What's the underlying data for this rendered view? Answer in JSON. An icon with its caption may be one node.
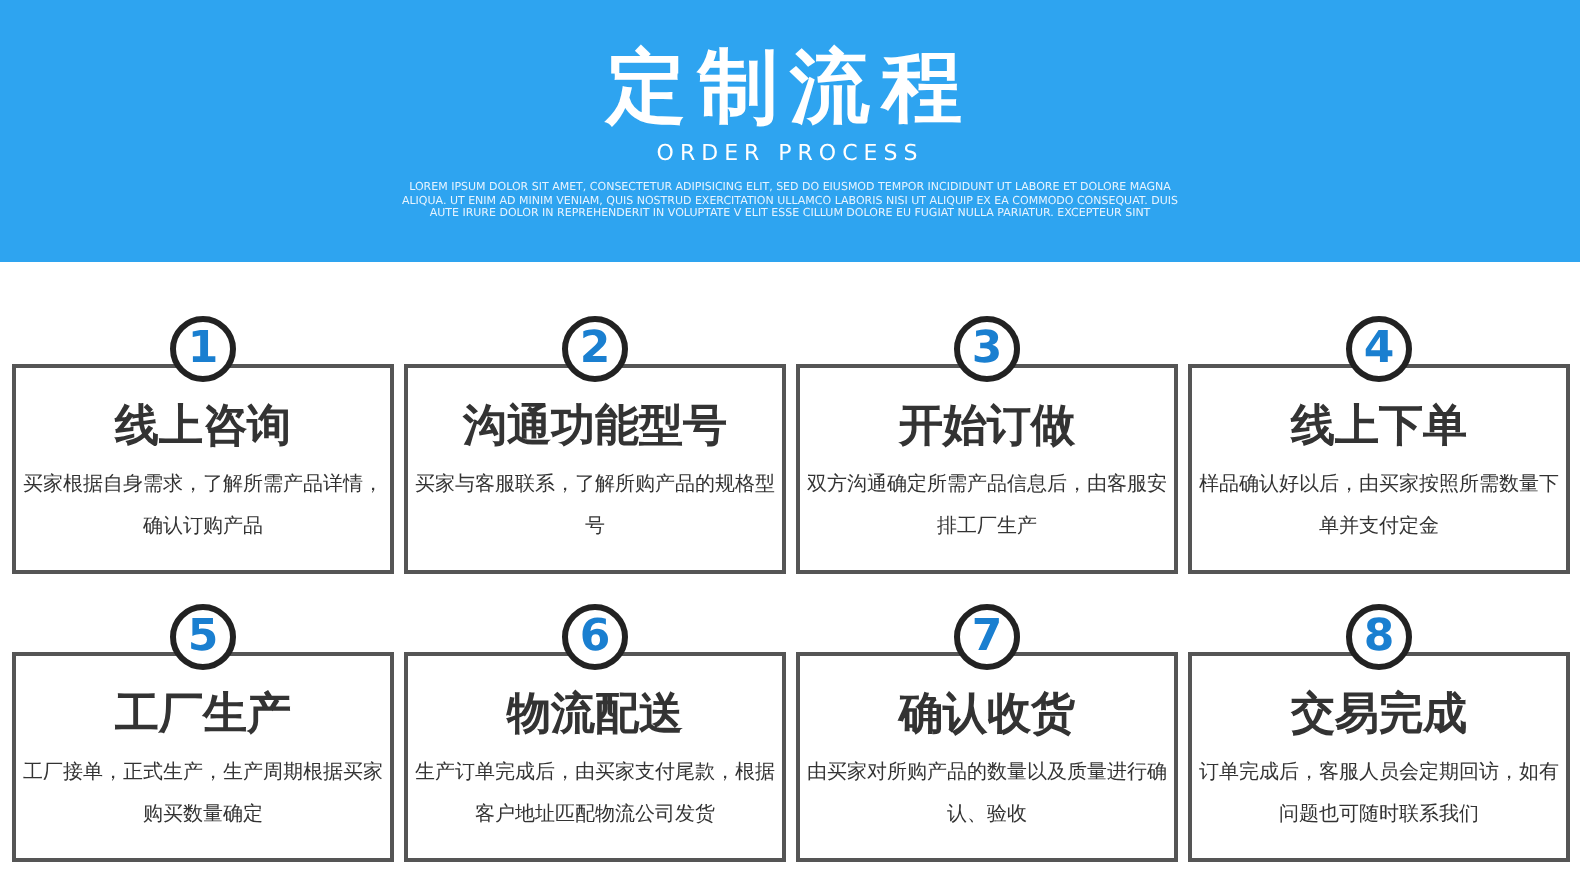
{
  "diagram": {
    "title": "定制流程",
    "nodes": [
      {
        "text": [
          "1"
        ]
      },
      {
        "text": [
          "线上咨询",
          "买家根据自身需求，了解所需产品详情，确认订购产品"
        ]
      },
      {
        "text": [
          "2"
        ]
      },
      {
        "text": [
          "沟通功能型号",
          "买家与客服联系，了解所购产品的规格型号"
        ]
      },
      {
        "text": [
          "3"
        ]
      },
      {
        "text": [
          "开始订做",
          "双方沟通确定所需产品信息后，由客服安排工厂生产"
        ]
      },
      {
        "text": [
          "4"
        ]
      },
      {
        "text": [
          "线上下单",
          "样品确认好以后，由买家按照所需数量下单并支付定金"
        ]
      },
      {
        "text": [
          "5"
        ]
      },
      {
        "text": [
          "工厂生产",
          "工厂接单，正式生产，生产周期根据买家购买数量确定"
        ]
      },
      {
        "text": [
          "6"
        ]
      },
      {
        "text": [
          "物流配送",
          "生产订单完成后，由买家支付尾款，根据客户地址匹配物流公司发货"
        ]
      },
      {
        "text": [
          "7"
        ]
      },
      {
        "text": [
          "确认收货",
          "由买家对所购产品的数量以及质量进行确认、验收"
        ]
      },
      {
        "text": [
          "8"
        ]
      },
      {
        "text": [
          "交易完成",
          "订单完成后，客服人员会定期回访，如有问题也可随时联系我们"
        ]
      }
    ],
    "labels": [
      "ORDER PROCESS",
      "LOREM IPSUM DOLOR SIT AMET, CONSECTETUR ADIPISICING ELIT, SED DO EIUSMOD TEMPOR INCIDIDUNT UT LABORE ET DOLORE MAGNA ALIQUA. UT ENIM AD MINIM VENIAM, QUIS NOSTRUD EXERCITATION ULLAMCO LABORIS NISI UT ALIQUIP EX EA COMMODO CONSEQUAT. DUIS AUTE IRURE DOLOR IN REPREHENDERIT IN VOLUPTATE V ELIT ESSE CILLUM DOLORE EU FUGIAT NULLA PARIATUR. EXCEPTEUR SINT"
    ]
  }
}
